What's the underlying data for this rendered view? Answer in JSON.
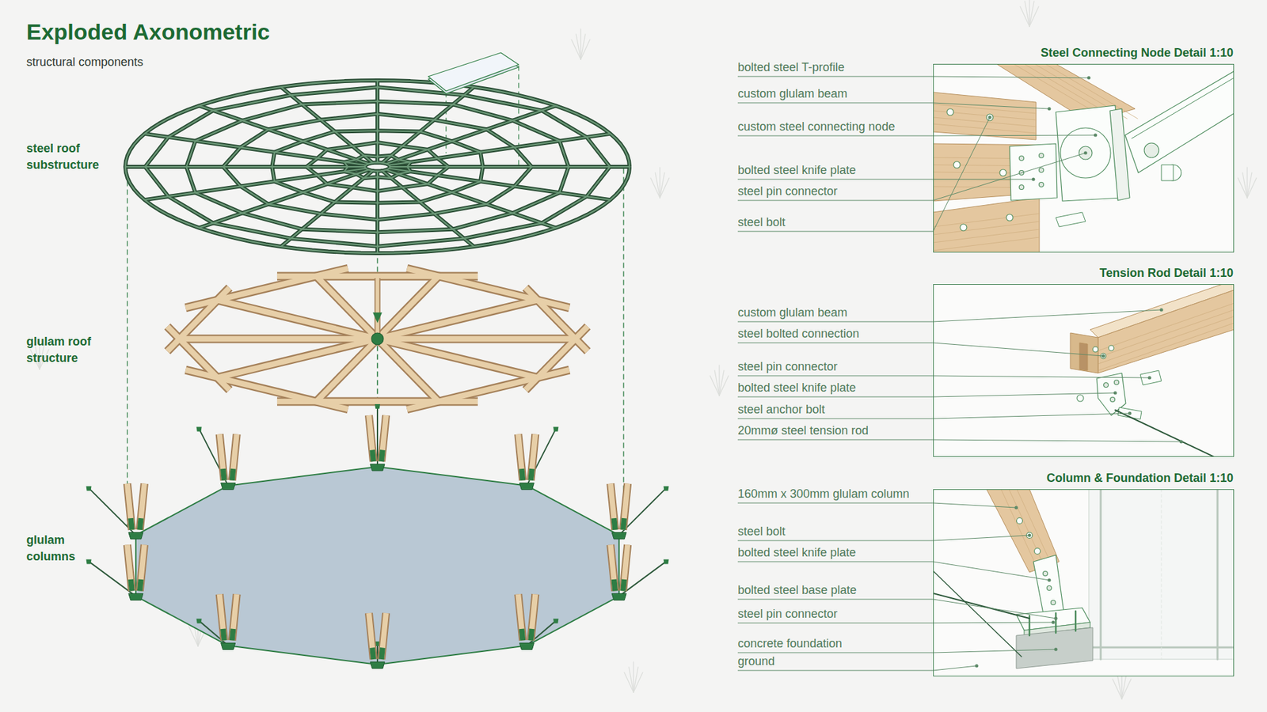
{
  "diagram": {
    "title": "Exploded Axonometric",
    "nodes": [
      {
        "text": [
          "Steel Connecting Node Detail 1:10"
        ]
      },
      {
        "text": [
          "Tension Rod Detail 1:10"
        ]
      },
      {
        "text": [
          "Column & Foundation Detail 1:10"
        ]
      }
    ],
    "labels": [
      "structural components",
      "steel roof substructure",
      "glulam roof structure",
      "glulam columns",
      "bolted steel T-profile",
      "custom glulam beam",
      "custom steel connecting node",
      "bolted steel knife plate",
      "steel pin connector",
      "steel bolt",
      "custom glulam beam",
      "steel bolted connection",
      "steel pin connector",
      "bolted steel knife plate",
      "steel anchor bolt",
      "20mmø steel tension rod",
      "160mm x 300mm glulam column",
      "steel bolt",
      "bolted steel knife plate",
      "bolted steel base plate",
      "steel pin connector",
      "concrete foundation",
      "ground"
    ]
  }
}
